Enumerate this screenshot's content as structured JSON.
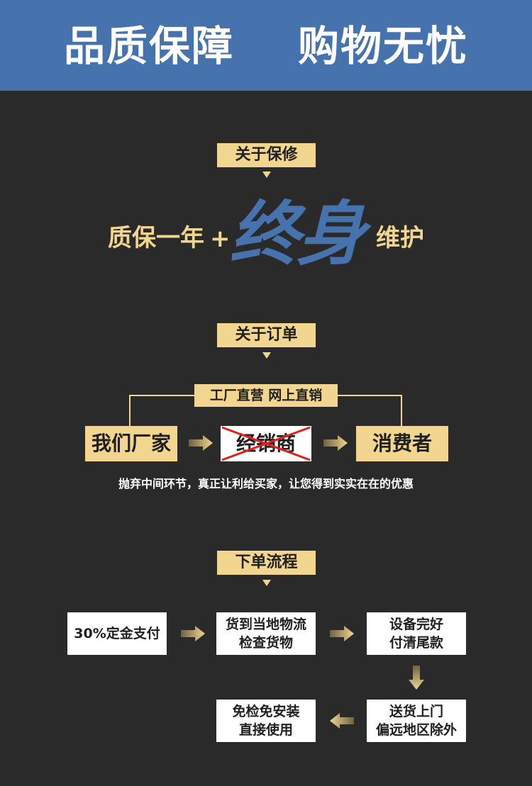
{
  "header": {
    "left": "品质保障",
    "right": "购物无忧"
  },
  "warranty": {
    "tag": "关于保修",
    "prefix": "质保一年",
    "plus": "+",
    "big": "终身",
    "suffix": "维护"
  },
  "order": {
    "tag": "关于订单",
    "channel_label": "工厂直营 网上直销",
    "nodes": [
      "我们厂家",
      "经销商",
      "消费者"
    ],
    "note": "抛弃中间环节，真正让利给买家，让您得到实实在在的优惠"
  },
  "process": {
    "tag": "下单流程",
    "steps": [
      {
        "line1": "30%定金支付",
        "line2": ""
      },
      {
        "line1": "货到当地物流",
        "line2": "检查货物"
      },
      {
        "line1": "设备完好",
        "line2": "付清尾款"
      },
      {
        "line1": "送货上门",
        "line2": "偏远地区除外"
      },
      {
        "line1": "免检免安装",
        "line2": "直接使用"
      }
    ]
  },
  "colors": {
    "header_bg": "#4673ad",
    "gold": "#f2d58e",
    "background": "#2b2a2a",
    "accent_blue": "#4673ad",
    "cross_red": "#e0201b"
  }
}
